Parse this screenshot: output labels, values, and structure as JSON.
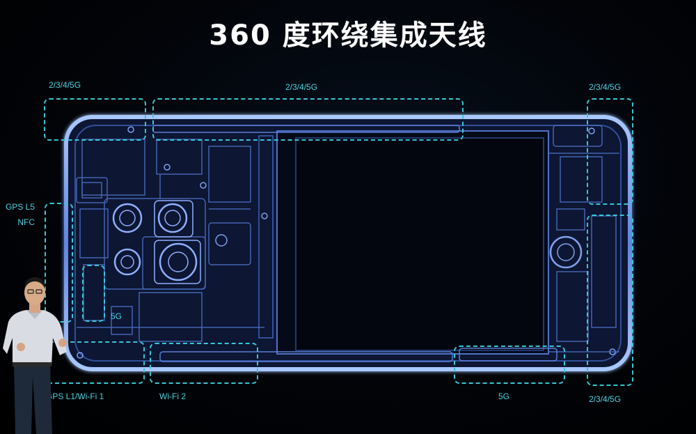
{
  "slide": {
    "title": "360 度环绕集成天线"
  },
  "labels": {
    "top_left": "2/3/4/5G",
    "top_center": "2/3/4/5G",
    "top_right": "2/3/4/5G",
    "gps_l5": "GPS L5",
    "nfc": "NFC",
    "mid_left_5g": "5G",
    "bottom_left": "GPS L1/Wi-Fi 1",
    "wifi2": "Wi-Fi 2",
    "bottom_right_5g": "5G",
    "bottom_right": "2/3/4/5G"
  },
  "colors": {
    "antenna_outline": "#38c7d6",
    "phone_glow": "#6fa8ff",
    "label": "#48d4e0"
  }
}
